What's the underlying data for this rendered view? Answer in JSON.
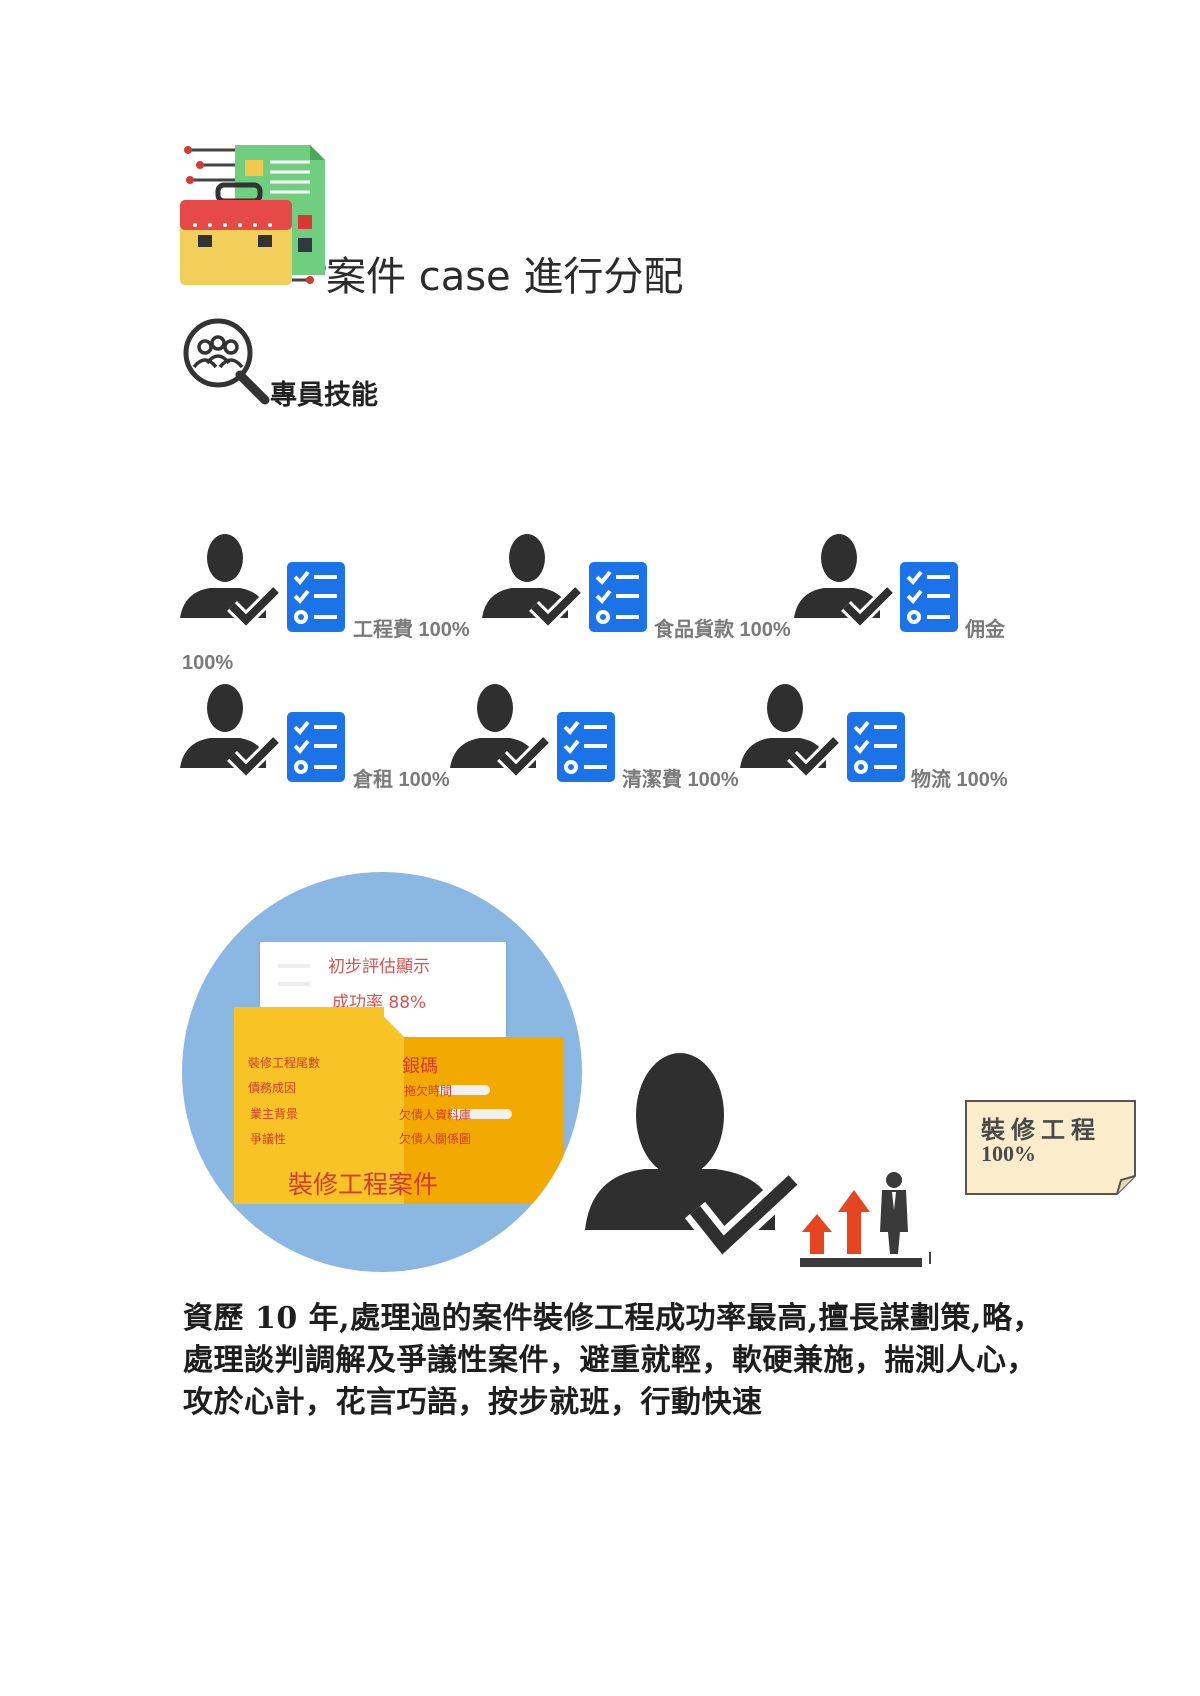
{
  "header": {
    "title": "案件 case 進行分配",
    "section_title": "專員技能"
  },
  "skills": [
    {
      "label": "工程費 100%"
    },
    {
      "label": "食品貨款 100%"
    },
    {
      "label": "佣金"
    },
    {
      "label": "100%"
    },
    {
      "label": "倉租 100%"
    },
    {
      "label": "清潔費 100%"
    },
    {
      "label": "物流 100%"
    }
  ],
  "case_card": {
    "paper_line1": "初步評估顯示",
    "paper_line2": "成功率 88%",
    "left_items": [
      "裝修工程尾數",
      "債務成因",
      "業主背景",
      "爭議性"
    ],
    "right_title": "銀碼",
    "right_items": [
      "拖欠時間",
      "欠債人資料庫",
      "欠債人關係圖"
    ],
    "folder_title": "裝修工程案件"
  },
  "note": {
    "line1": "裝 修 工 程",
    "line2": "100%"
  },
  "description": "資歷 10 年,處理過的案件裝修工程成功率最高,擅長謀劃策,略，處理談判調解及爭議性案件，避重就輕，軟硬兼施，揣測人心，攻於心計，花言巧語，按步就班，行動快速",
  "colors": {
    "checklist_blue": "#1a73e8",
    "person_dark": "#2f2f2f",
    "circle_blue": "#8bb7e3",
    "folder_yellow": "#f7c325",
    "folder_orange": "#f2a900",
    "note_bg": "#fbeccb",
    "arrow_red": "#e5451f"
  }
}
